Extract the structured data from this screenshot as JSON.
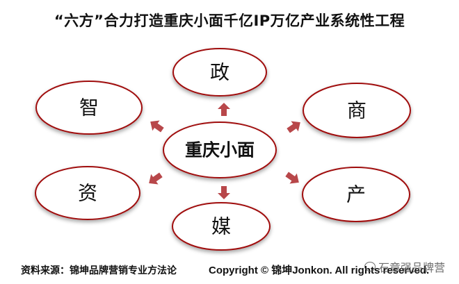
{
  "title": "“六方”合力打造重庆小面千亿IP万亿产业系统性工程",
  "center": "重庆小面",
  "nodes": {
    "top": "政",
    "upper_left": "智",
    "upper_right": "商",
    "lower_left": "资",
    "lower_right": "产",
    "bottom": "媒"
  },
  "footer": {
    "source": "资料来源：锦坤品牌营销专业方法论",
    "copyright": "Copyright © 锦坤Jonkon. All rights reserved."
  },
  "watermark": "石章强品牌营",
  "colors": {
    "ellipse_stroke": "#a00d0d",
    "arrow": "#b8474a",
    "text": "#111111"
  }
}
